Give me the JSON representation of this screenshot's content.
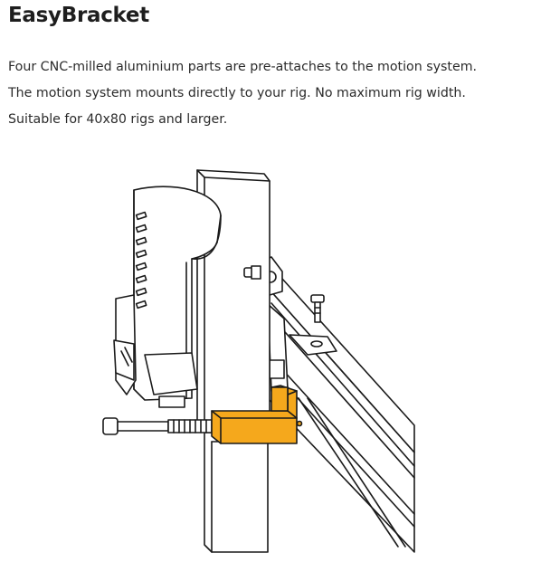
{
  "heading": "EasyBracket",
  "description": [
    "Four CNC-milled aluminium parts are pre-attaches to the motion system.",
    "The motion system mounts directly to your rig. No maximum rig width.",
    "Suitable for 40x80 rigs and larger."
  ],
  "figure": {
    "highlight_color": "#F5A81C",
    "line_color": "#1a1a1a"
  }
}
